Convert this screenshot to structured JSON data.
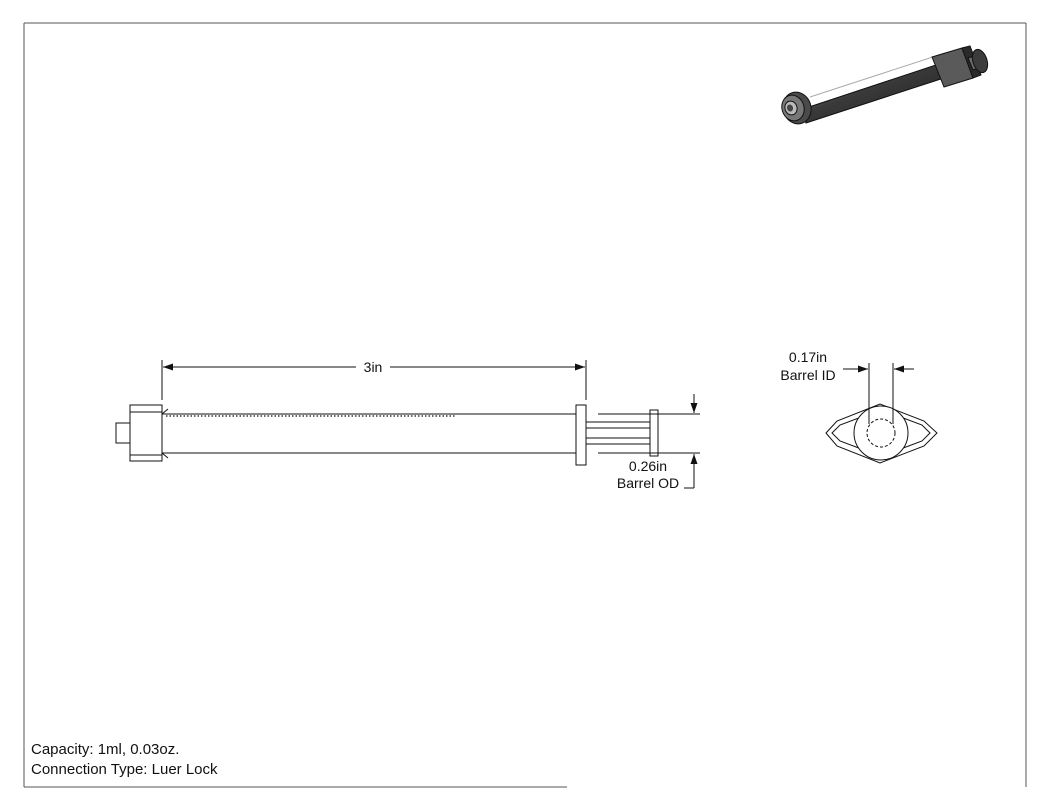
{
  "drawing": {
    "views": {
      "side": {
        "length_label": "3in",
        "od_value": "0.26in",
        "od_label": "Barrel OD"
      },
      "end": {
        "id_value": "0.17in",
        "id_label": "Barrel ID"
      }
    },
    "notes": {
      "capacity": "Capacity: 1ml, 0.03oz.",
      "connection": "Connection Type: Luer Lock"
    }
  }
}
